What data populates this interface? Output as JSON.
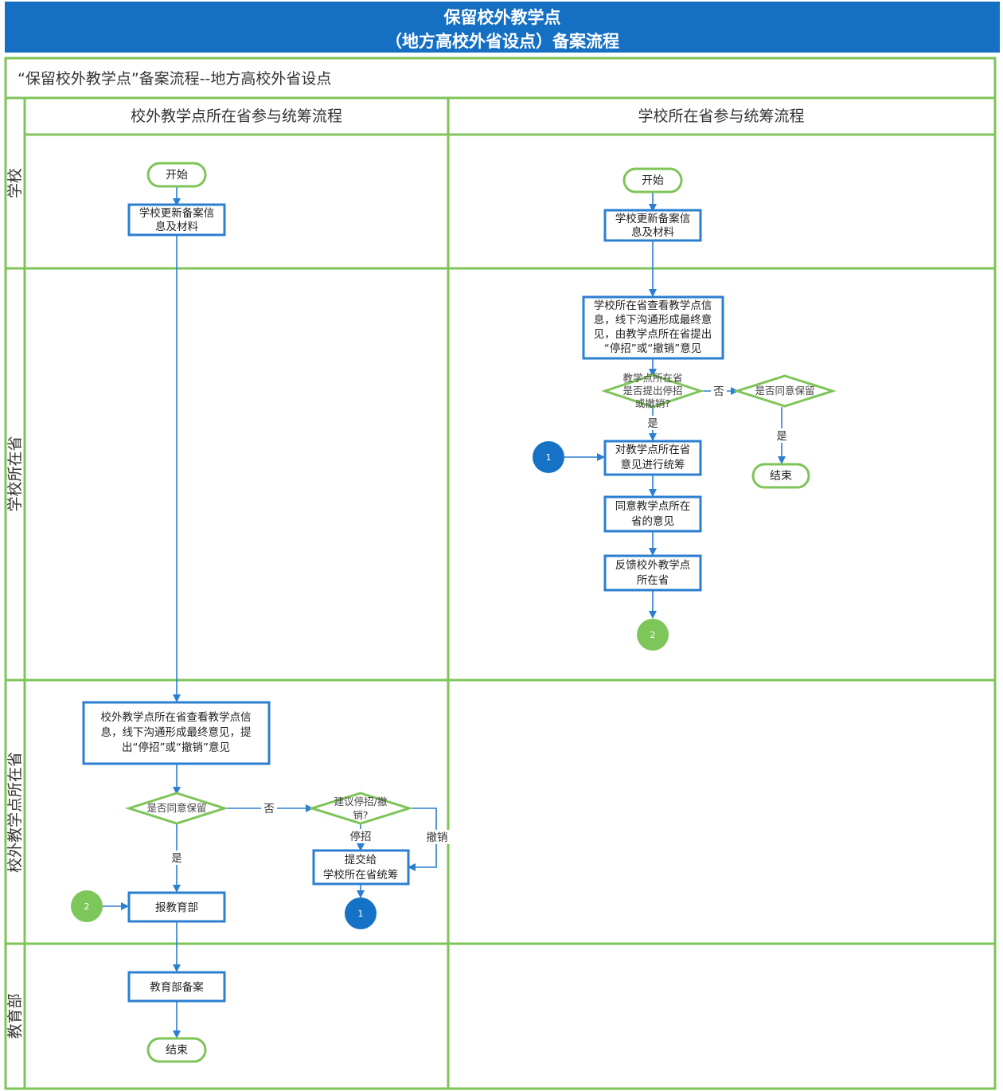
{
  "header": {
    "title_line1": "保留校外教学点",
    "title_line2": "（地方高校外省设点）备案流程"
  },
  "pool_title": "“保留校外教学点”备案流程--地方高校外省设点",
  "columns": {
    "left": "校外教学点所在省参与统筹流程",
    "right": "学校所在省参与统筹流程"
  },
  "lanes": {
    "school": "学校",
    "school_province": "学校所在省",
    "site_province": "校外教学点所在省",
    "moe": "教育部"
  },
  "left_flow": {
    "start": "开始",
    "update_line1": "学校更新备案信",
    "update_line2": "息及材料",
    "review_line1": "校外教学点所在省查看教学点信",
    "review_line2": "息，线下沟通形成最终意见，提",
    "review_line3": "出“停招”或“撤销”意见",
    "decision_agree": "是否同意保留",
    "decision_suggest_line1": "建议停招/撤",
    "decision_suggest_line2": "销?",
    "submit_line1": "提交给",
    "submit_line2": "学校所在省统筹",
    "report": "报教育部",
    "moe_record": "教育部备案",
    "end": "结束",
    "label_no": "否",
    "label_yes": "是",
    "label_stop": "停招",
    "label_revoke": "撤销",
    "connector_1": "1",
    "connector_2": "2"
  },
  "right_flow": {
    "start": "开始",
    "update_line1": "学校更新备案信",
    "update_line2": "息及材料",
    "review_line1": "学校所在省查看教学点信",
    "review_line2": "息，线下沟通形成最终意",
    "review_line3": "见，由教学点所在省提出",
    "review_line4": "“停招”或“撤销”意见",
    "decision_proposed_line1": "教学点所在省",
    "decision_proposed_line2": "是否提出停招",
    "decision_proposed_line3": "或撤销?",
    "decision_agree": "是否同意保留",
    "coordinate_line1": "对教学点所在省",
    "coordinate_line2": "意见进行统筹",
    "agree_line1": "同意教学点所在",
    "agree_line2": "省的意见",
    "feedback_line1": "反馈校外教学点",
    "feedback_line2": "所在省",
    "end": "结束",
    "label_no": "否",
    "label_yes_1": "是",
    "label_yes_2": "是",
    "connector_1": "1",
    "connector_2": "2"
  },
  "colors": {
    "header_blue": "#1570c4",
    "lane_green": "#7ec458",
    "node_blue": "#2b7fd0",
    "connector_blue": "#1572c6",
    "connector_green": "#7dc65a"
  }
}
